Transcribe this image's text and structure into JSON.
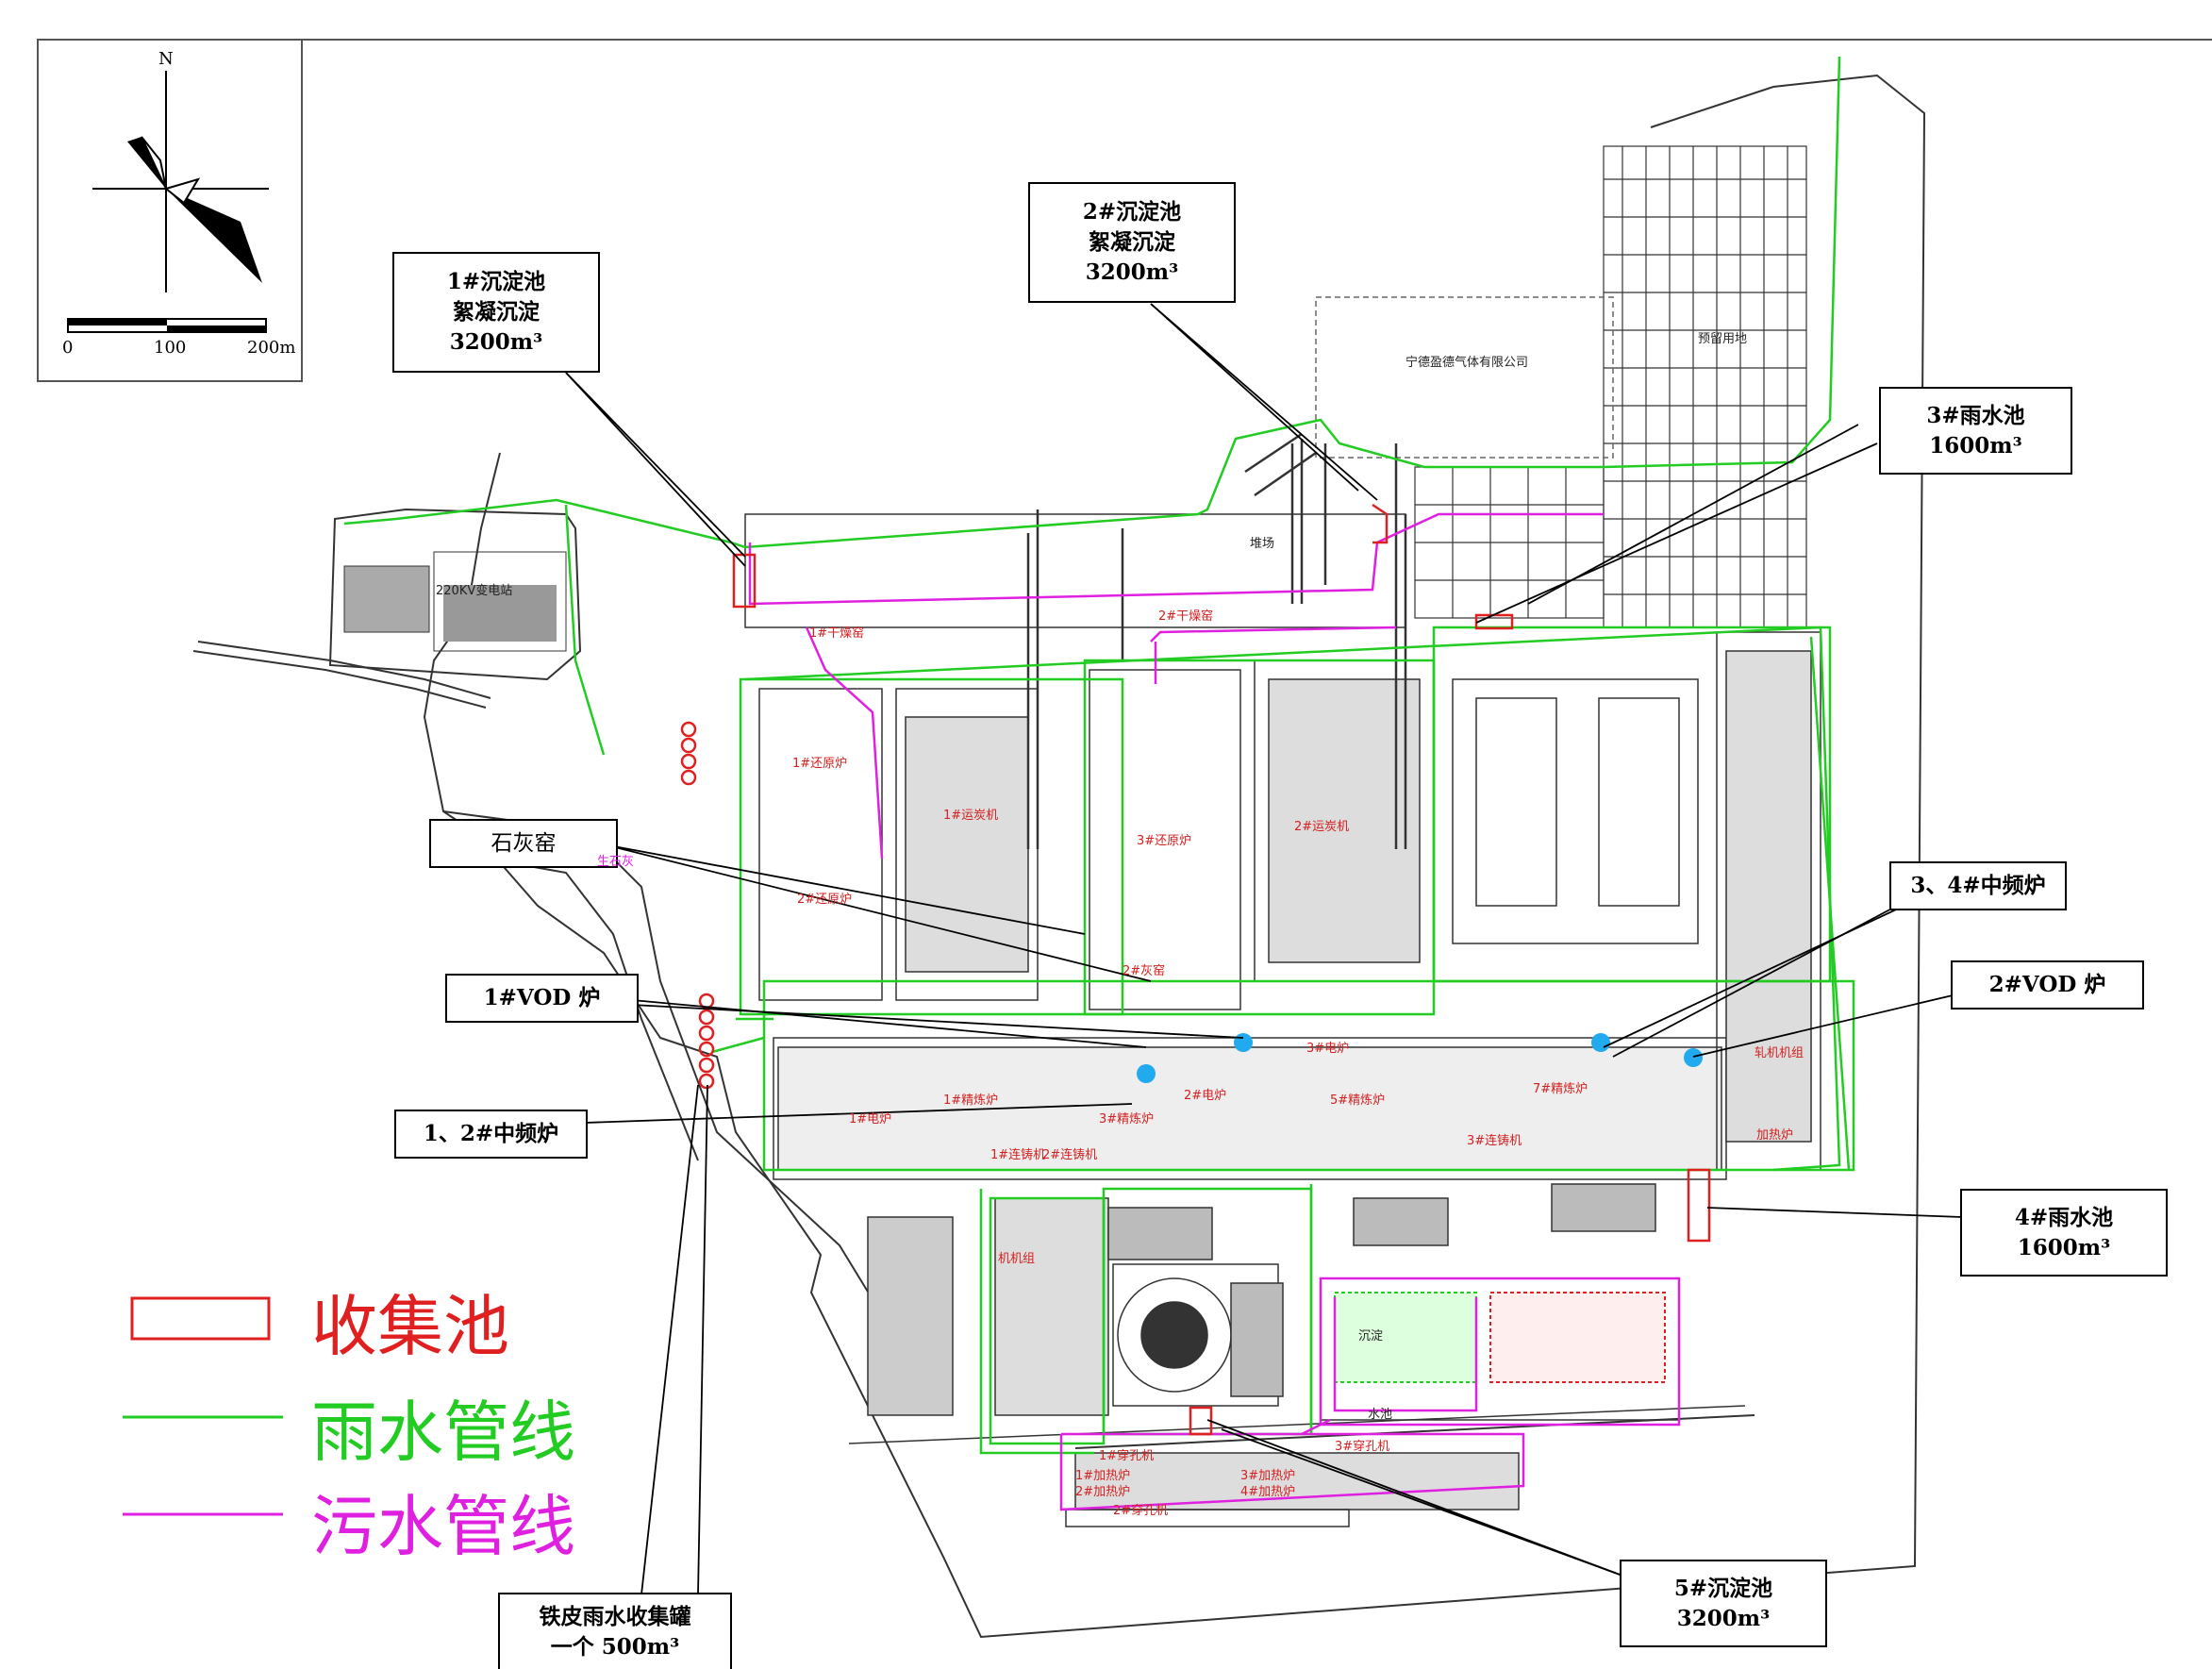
{
  "compass": {
    "north": "N"
  },
  "scale_bar": {
    "ticks": [
      "0",
      "100",
      "200m"
    ]
  },
  "legend": {
    "items": [
      {
        "label": "收集池",
        "color": "#e02020",
        "symbol": "rectangle"
      },
      {
        "label": "雨水管线",
        "color": "#22cc22",
        "symbol": "line"
      },
      {
        "label": "污水管线",
        "color": "#e020e0",
        "symbol": "line"
      }
    ]
  },
  "callouts": {
    "pool1": {
      "line1": "1#沉淀池",
      "line2": "絮凝沉淀",
      "line3": "3200m³"
    },
    "pool2": {
      "line1": "2#沉淀池",
      "line2": "絮凝沉淀",
      "line3": "3200m³"
    },
    "rain3": {
      "line1": "3#雨水池",
      "line2": "1600m³"
    },
    "lime": {
      "line1": "石灰窑"
    },
    "mf34": {
      "line1": "3、4#中频炉"
    },
    "vod1": {
      "line1": "1#VOD 炉"
    },
    "vod2": {
      "line1": "2#VOD 炉"
    },
    "mf12": {
      "line1": "1、2#中频炉"
    },
    "rain4": {
      "line1": "4#雨水池",
      "line2": "1600m³"
    },
    "tank": {
      "line1": "铁皮雨水收集罐",
      "line2": "一个 500m³"
    },
    "pool5": {
      "line1": "5#沉淀池",
      "line2": "3200m³"
    }
  },
  "map_labels": {
    "substation": "220KV变电站",
    "company": "宁德盈德气体有限公司",
    "reserve": "预留用地",
    "yard": "堆场",
    "dryer1": "1#干燥窑",
    "dryer2": "2#干燥窑",
    "reduce1": "1#还原炉",
    "reduce2": "2#还原炉",
    "reduce3": "3#还原炉",
    "conveyor1": "1#运炭机",
    "conveyor2": "2#运炭机",
    "lime_kiln_label": "2#灰窑",
    "quicklime": "生石灰",
    "elec_furnace_1": "1#电炉",
    "elec_furnace_2": "2#电炉",
    "elec_furnace_3": "3#电炉",
    "caster1": "1#连铸机",
    "caster2": "2#连铸机",
    "caster3": "3#连铸机",
    "refine1": "1#精炼炉",
    "refine3": "3#精炼炉",
    "refine5": "5#精炼炉",
    "refine7": "7#精炼炉",
    "rolling": "轧机机组",
    "heating": "加热炉",
    "water_plant": "水池",
    "sediment": "沉淀",
    "mill1": "1#加热炉",
    "mill2": "2#加热炉",
    "mill3": "3#加热炉",
    "mill4": "4#加热炉",
    "pierce1": "1#穿孔机",
    "pierce2": "2#穿孔机",
    "pierce3": "3#穿孔机",
    "roll_unit": "机机组"
  }
}
